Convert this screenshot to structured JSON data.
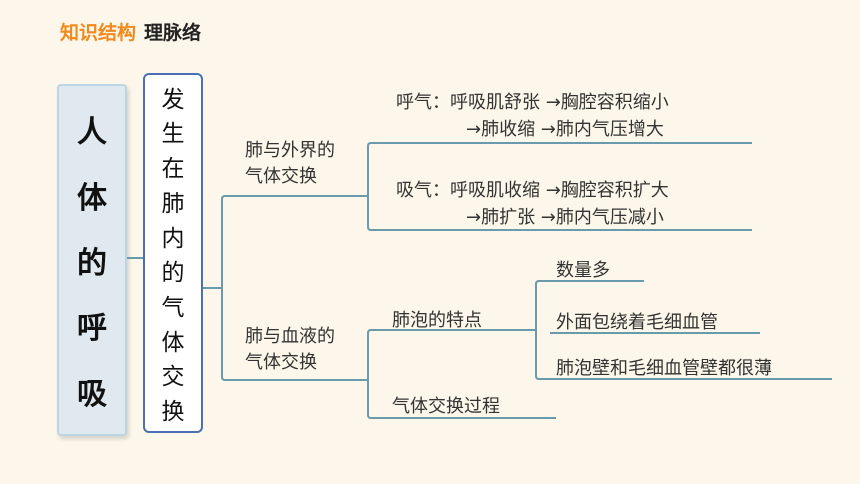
{
  "header": {
    "orange": "知识结构",
    "dark": "理脉络"
  },
  "main_title_chars": [
    "人",
    "体",
    "的",
    "呼",
    "吸"
  ],
  "sub_title_chars": [
    "发",
    "生",
    "在",
    "肺",
    "内",
    "的",
    "气",
    "体",
    "交",
    "换"
  ],
  "branch1": {
    "line1": "肺与外界的",
    "line2": "气体交换",
    "exhale": {
      "line1": "呼气：呼吸肌舒张 →胸腔容积缩小",
      "line2": "→肺收缩 →肺内气压增大"
    },
    "inhale": {
      "line1": "吸气：呼吸肌收缩 →胸腔容积扩大",
      "line2": "→肺扩张 →肺内气压减小"
    }
  },
  "branch2": {
    "line1": "肺与血液的",
    "line2": "气体交换",
    "alveoli": {
      "label": "肺泡的特点",
      "items": [
        "数量多",
        "外面包绕着毛细血管",
        "肺泡壁和毛细血管壁都很薄"
      ]
    },
    "process": "气体交换过程"
  },
  "colors": {
    "line": "#6a9bad",
    "accent": "#f08a1c",
    "box_border": "#4a6fb5"
  }
}
